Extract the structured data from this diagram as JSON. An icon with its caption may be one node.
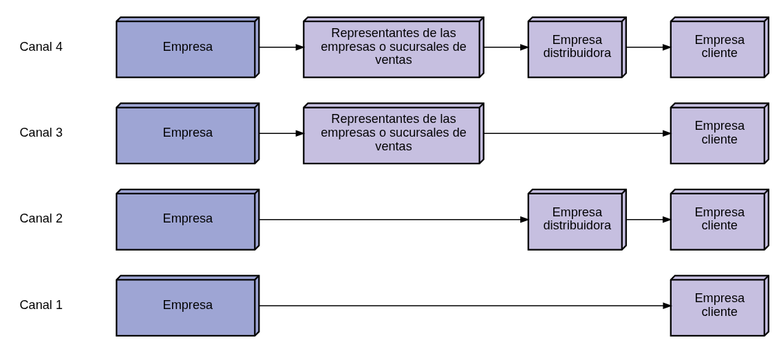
{
  "diagram": {
    "nodes": [
      {
        "text": [
          "Empresa"
        ]
      },
      {
        "text": [
          "Empresa cliente"
        ]
      },
      {
        "text": [
          "Empresa"
        ]
      },
      {
        "text": [
          "Empresa distribuidora"
        ]
      },
      {
        "text": [
          "Empresa cliente"
        ]
      },
      {
        "text": [
          "Empresa"
        ]
      },
      {
        "text": [
          "Representantes de las empresas o sucursales de ventas"
        ]
      },
      {
        "text": [
          "Empresa cliente"
        ]
      },
      {
        "text": [
          "Empresa"
        ]
      },
      {
        "text": [
          "Representantes de las empresas o sucursales de ventas"
        ]
      },
      {
        "text": [
          "Empresa distribuidora"
        ]
      },
      {
        "text": [
          "Empresa cliente"
        ]
      }
    ],
    "edges": [
      {
        "from": 0,
        "to": 1,
        "arrow": "to"
      },
      {
        "from": 2,
        "to": 3,
        "arrow": "to"
      },
      {
        "from": 3,
        "to": 4,
        "arrow": "to"
      },
      {
        "from": 5,
        "to": 6,
        "arrow": "to"
      },
      {
        "from": 6,
        "to": 7,
        "arrow": "to"
      },
      {
        "from": 8,
        "to": 9,
        "arrow": "to"
      },
      {
        "from": 9,
        "to": 10,
        "arrow": "to"
      },
      {
        "from": 10,
        "to": 11,
        "arrow": "to"
      }
    ],
    "labels": [
      "Canal 1",
      "Canal 2",
      "Canal 3",
      "Canal 4"
    ]
  }
}
